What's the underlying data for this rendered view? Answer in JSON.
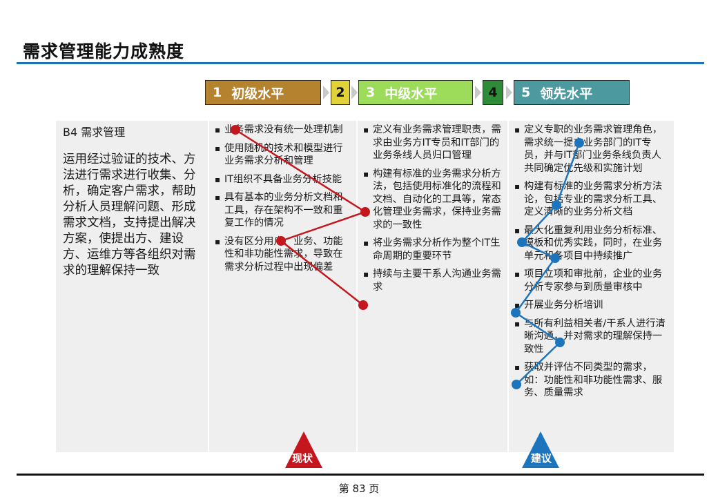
{
  "title": "需求管理能力成熟度",
  "levels": {
    "l1": {
      "num": "1",
      "label": "初级水平"
    },
    "l2": {
      "num": "2"
    },
    "l3": {
      "num": "3",
      "label": "中级水平"
    },
    "l4": {
      "num": "4"
    },
    "l5": {
      "num": "5",
      "label": "领先水平"
    }
  },
  "domain_col": {
    "name": "B4 需求管理",
    "description": "运用经过验证的技术、方法进行需求进行收集、分析，确定客户需求，帮助分析人员理解问题、形成需求文档，支持提出解决方案，使提出方、建设方、运维方等各组织对需求的理解保持一致"
  },
  "level1_items": [
    "业务需求没有统一处理机制",
    "使用随机的技术和模型进行业务需求分析和管理",
    "IT组织不具备业务分析技能",
    "具有基本的业务分析文档和工具，存在架构不一致和重复工作的情况",
    "没有区分用户、业务、功能性和非功能性需求，导致在需求分析过程中出现偏差"
  ],
  "level3_items": [
    "定义有业务需求管理职责，需求由业务方IT专员和IT部门的业务条线人员归口管理",
    "构建有标准的业务需求分析方法，包括使用标准化的流程和文档、自动化的工具等，常态化管理业务需求，保持业务需求的一致性",
    "将业务需求分析作为整个IT生命周期的重要环节",
    "持续与主要干系人沟通业务需求"
  ],
  "level5_items": [
    "定义专职的业务需求管理角色，需求统一提交业务部门的IT专员，并与IT部门业务条线负责人共同确定优先级和实施计划",
    "构建有标准的业务需求分析方法论，包括专业的需求分析工具、定义清晰的业务分析文档",
    "最大化重复利用业务分析标准、模板和优秀实践，同时，在业务单元和各项目中持续推广",
    "项目立项和审批前，企业的业务分析专家参与到质量审核中",
    "开展业务分析培训",
    "与所有利益相关者/干系人进行清晰沟通，并对需求的理解保持一致性",
    "获取并评估不同类型的需求，如：功能性和非功能性需求、服务、质量需求"
  ],
  "markers": {
    "current_label": "现状",
    "target_label": "建议",
    "current_color": "#c4161c",
    "target_color": "#1c75bc"
  },
  "footer": {
    "page": "第 83 页"
  }
}
